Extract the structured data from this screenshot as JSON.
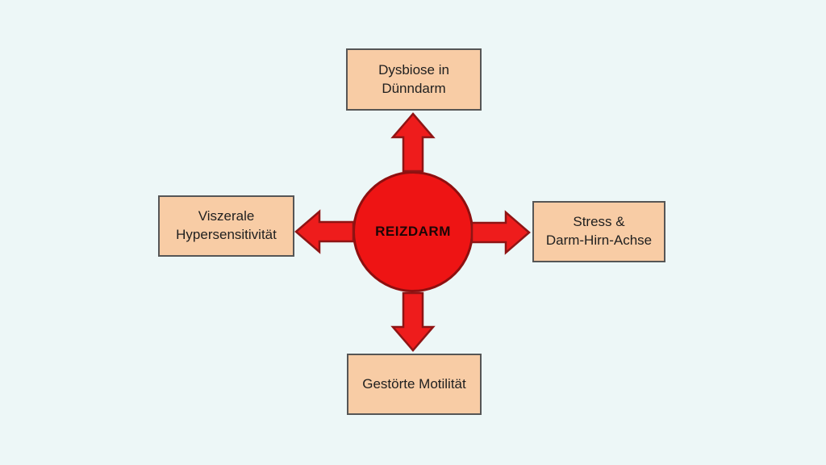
{
  "diagram": {
    "title": "Reizdarm Ursachen Diagramm",
    "center": {
      "label": "REIZDARM"
    },
    "nodes": {
      "top": {
        "label": "Dysbiose in Dünndarm",
        "line1": "Dysbiose in",
        "line2": "Dünndarm"
      },
      "left": {
        "label": "Viszerale Hypersensitivität",
        "line1": "Viszerale",
        "line2": "Hypersensitivität"
      },
      "right": {
        "label": "Stress & Darm-Hirn-Achse",
        "line1": "Stress &",
        "line2": "Darm-Hirn-Achse"
      },
      "bottom": {
        "label": "Gestörte Motilität",
        "line1": "Gestörte Motilität"
      }
    },
    "arrows": [
      "up",
      "left",
      "right",
      "down"
    ],
    "colors": {
      "background": "#edf7f7",
      "box_fill": "#f8cca5",
      "box_border": "#565656",
      "circle_fill": "#ee1414",
      "circle_border": "#8e0f0f",
      "arrow_fill": "#ee1c1c",
      "arrow_stroke": "#8f1414",
      "text": "#1f1f1f",
      "center_text": "#1c0606"
    }
  }
}
